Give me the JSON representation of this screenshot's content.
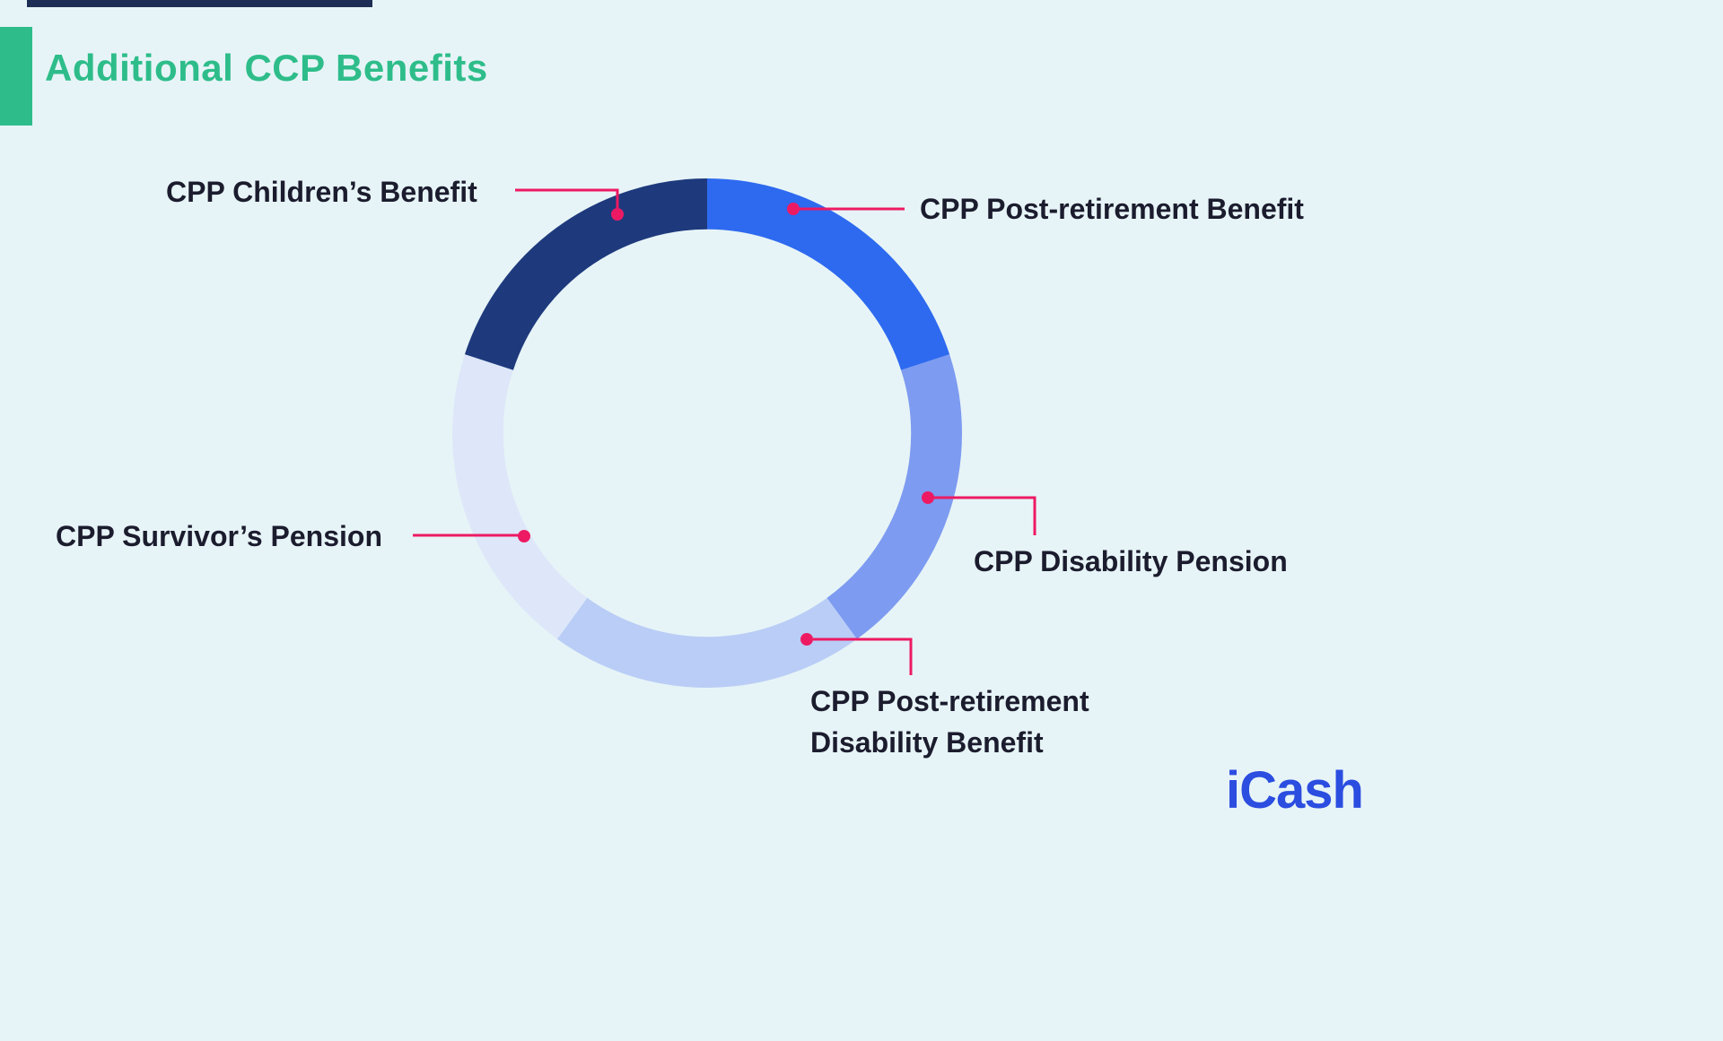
{
  "header": {
    "title": "Additional CCP Benefits"
  },
  "logo": {
    "text": "iCash"
  },
  "colors": {
    "background": "#e7f4f7",
    "accent-green": "#2ebd8a",
    "leader": "#ed1a63",
    "label-text": "#1b1c2e",
    "logo-blue": "#2b4de0",
    "top-bar": "#1d2e56"
  },
  "callouts": {
    "children": "CPP Children’s Benefit",
    "post_retirement": "CPP Post-retirement Benefit",
    "disability": "CPP Disability Pension",
    "post_retirement_disability_1": "CPP Post-retirement",
    "post_retirement_disability_2": "Disability Benefit",
    "survivor": "CPP Survivor’s Pension"
  },
  "chart_data": {
    "type": "pie",
    "subtype": "donut",
    "title": "Additional CCP Benefits",
    "direction": "clockwise",
    "start_angle_deg": 0,
    "inner_radius_ratio": 0.8,
    "legend_position": "callout-labels",
    "segments": [
      {
        "label": "CPP Post-retirement Benefit",
        "value": 20,
        "color": "#2e6af0"
      },
      {
        "label": "CPP Disability Pension",
        "value": 20,
        "color": "#7d9bf0"
      },
      {
        "label": "CPP Post-retirement Disability Benefit",
        "value": 20,
        "color": "#b9cdf6"
      },
      {
        "label": "CPP Survivor’s Pension",
        "value": 20,
        "color": "#dde7f9"
      },
      {
        "label": "CPP Children’s Benefit",
        "value": 20,
        "color": "#1e3a7d"
      }
    ]
  }
}
